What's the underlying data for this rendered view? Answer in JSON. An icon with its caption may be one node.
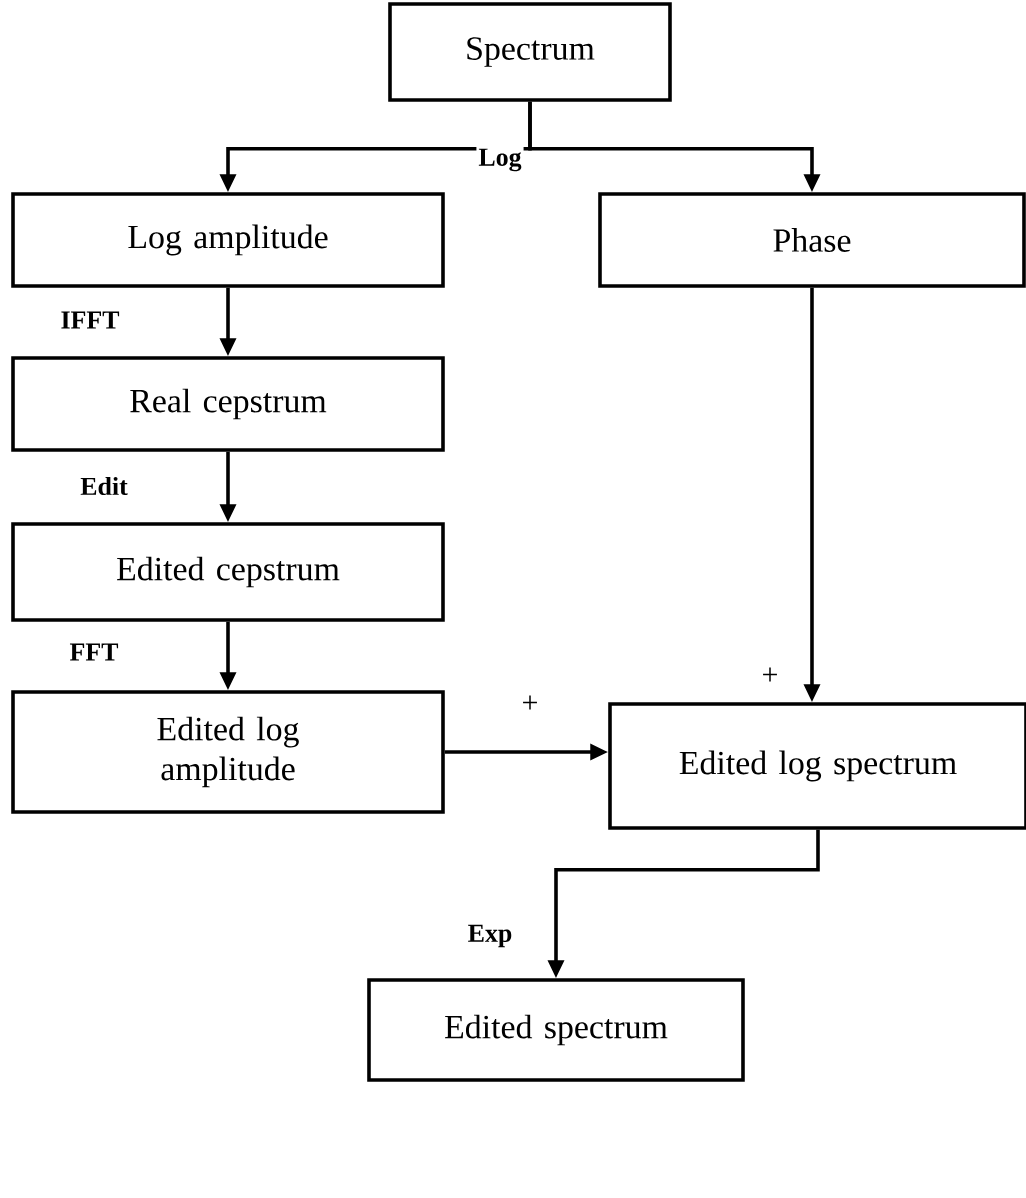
{
  "diagram": {
    "nodes": [
      {
        "text": [
          "Spectrum"
        ]
      },
      {
        "text": [
          "Log amplitude"
        ]
      },
      {
        "text": [
          "Phase"
        ]
      },
      {
        "text": [
          "Real cepstrum"
        ]
      },
      {
        "text": [
          "Edited cepstrum"
        ]
      },
      {
        "text": [
          "Edited log amplitude"
        ]
      },
      {
        "text": [
          "Edited log spectrum"
        ]
      },
      {
        "text": [
          "Edited spectrum"
        ]
      }
    ],
    "edges": [
      {
        "from": 0,
        "to": 1,
        "arrow": "to",
        "label": "Log"
      },
      {
        "from": 0,
        "to": 2,
        "arrow": "to"
      },
      {
        "from": 1,
        "to": 3,
        "arrow": "to",
        "label": "IFFT"
      },
      {
        "from": 3,
        "to": 4,
        "arrow": "to",
        "label": "Edit"
      },
      {
        "from": 4,
        "to": 5,
        "arrow": "to",
        "label": "FFT"
      },
      {
        "from": 2,
        "to": 6,
        "arrow": "to",
        "label": "+"
      },
      {
        "from": 5,
        "to": 6,
        "arrow": "to",
        "label": "+"
      },
      {
        "from": 6,
        "to": 7,
        "arrow": "to",
        "label": "Exp"
      }
    ]
  }
}
